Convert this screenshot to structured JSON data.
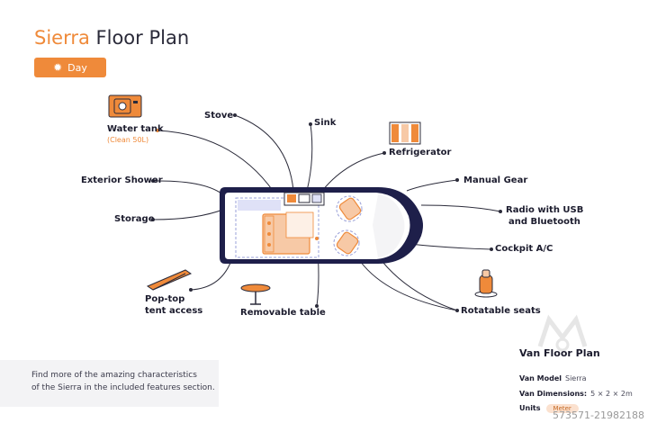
{
  "header": {
    "title_highlight": "Sierra",
    "title_rest": "Floor Plan",
    "day_label": "Day",
    "day_icon": "sun-icon"
  },
  "callouts": {
    "stove": "Stove",
    "sink": "Sink",
    "water_tank": "Water tank",
    "water_tank_sub": "(Clean 50L)",
    "refrigerator": "Refrigerator",
    "exterior_shower": "Exterior Shower",
    "manual_gear": "Manual Gear",
    "storage": "Storage",
    "radio_line1": "Radio with USB",
    "radio_line2": "and Bluetooth",
    "cockpit_ac": "Cockpit A/C",
    "poptop_line1": "Pop-top",
    "poptop_line2": "tent access",
    "removable_table": "Removable table",
    "rotatable_seats": "Rotatable seats"
  },
  "info_box": {
    "line1": "Find more of the amazing characteristics",
    "line2": "of the Sierra in the included features section."
  },
  "specs": {
    "title": "Van Floor Plan",
    "model_key": "Van Model",
    "model_val": "Sierra",
    "dims_key": "Van Dimensions:",
    "dims_val": "5 × 2 × 2m",
    "units_key": "Units",
    "units_val": "Meter"
  },
  "watermark": "573571-21982188",
  "colors": {
    "accent": "#ef8a3a",
    "navy": "#1e1f4a",
    "line": "#2b2b3a",
    "seat": "#f7c9a6"
  }
}
